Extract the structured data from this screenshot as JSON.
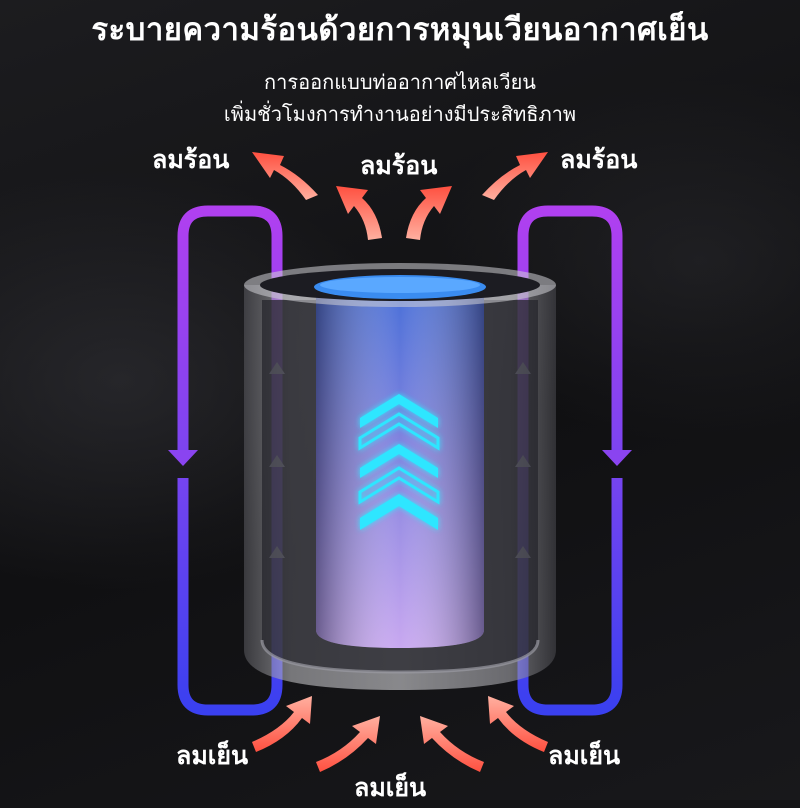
{
  "title": "ระบายความร้อนด้วยการหมุนเวียนอากาศเย็น",
  "subtitle_line1": "การออกแบบท่ออากาศไหลเวียน",
  "subtitle_line2": "เพิ่มชั่วโมงการทำงานอย่างมีประสิทธิภาพ",
  "hot_air_labels": [
    "ลมร้อน",
    "ลมร้อน",
    "ลมร้อน"
  ],
  "cold_air_labels": [
    "ลมเย็น",
    "ลมเย็น",
    "ลมเย็น"
  ],
  "icons": [
    "hot-air-arrow-icon",
    "cold-air-arrow-icon",
    "airflow-loop-icon",
    "up-chevron-icon",
    "fan-cylinder-icon"
  ],
  "colors": {
    "background": "#141416",
    "loop_top": "#b040f0",
    "loop_bottom": "#3a40f0",
    "hot_arrow": "#ff7060",
    "cold_arrow": "#ff6a50",
    "chevron": "#2ee6ff",
    "core_blue": "#3a8cf0"
  }
}
